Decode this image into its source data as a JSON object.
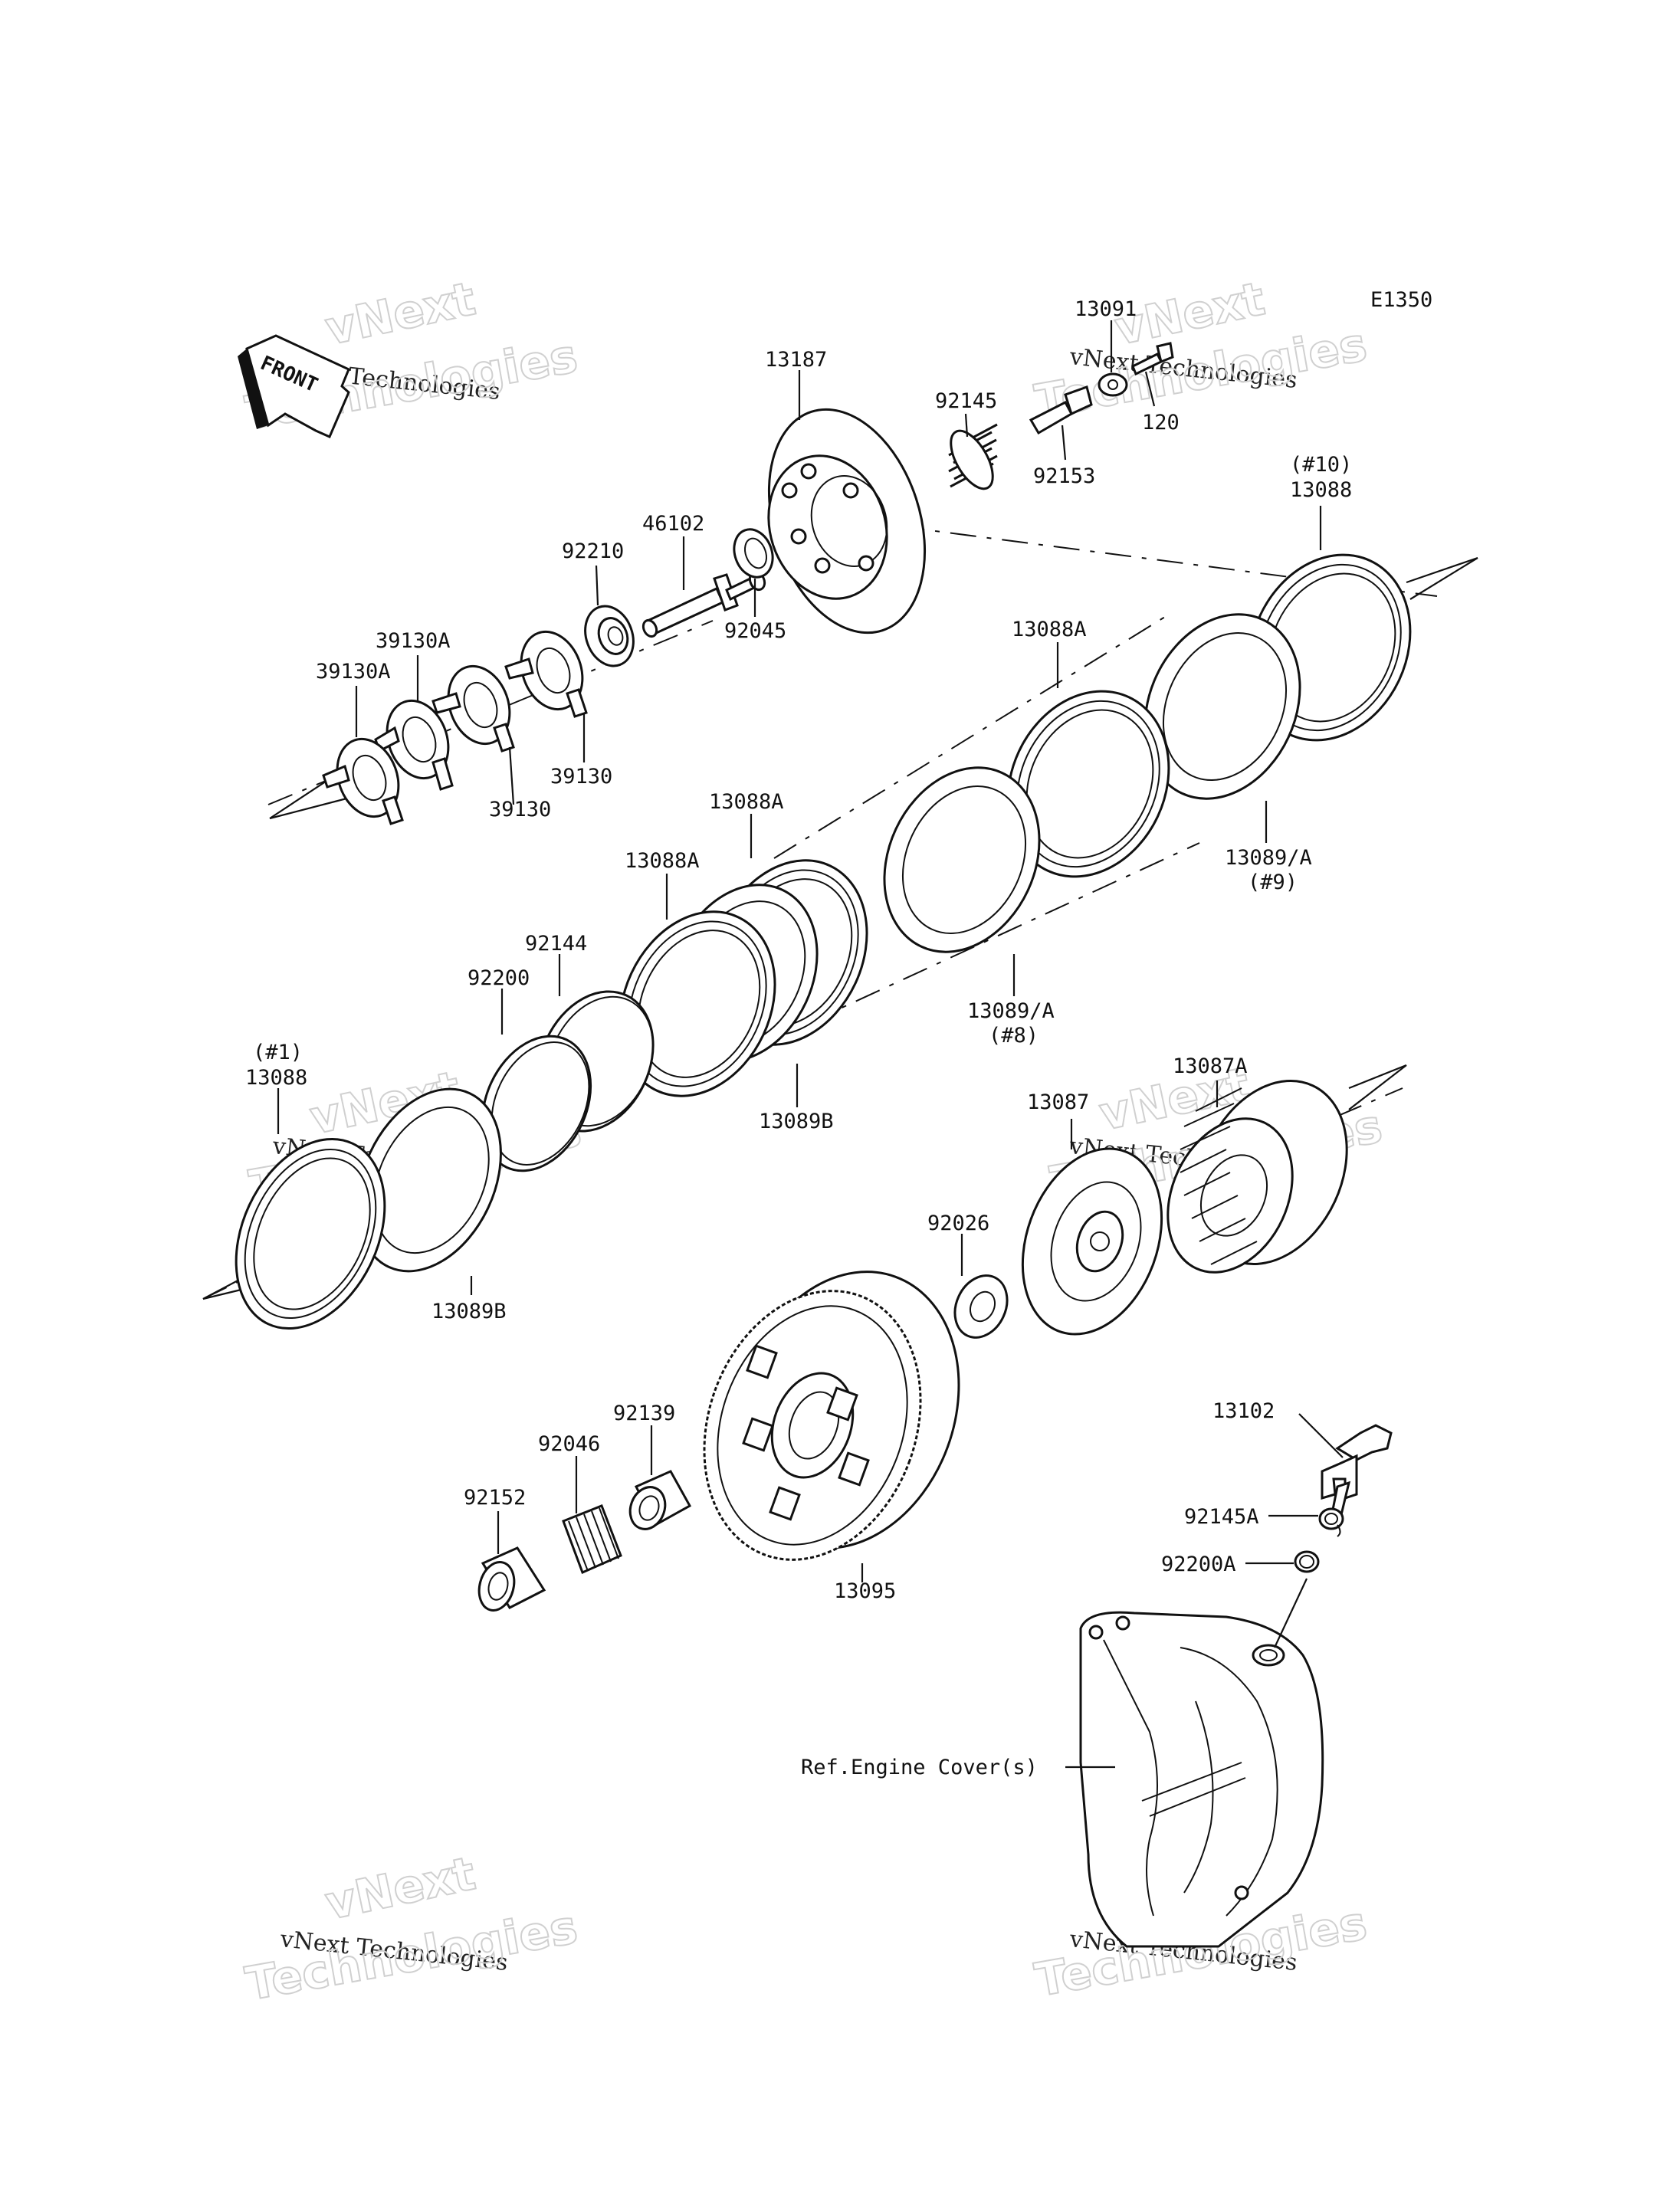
{
  "diagram_code": "E1350",
  "front_label": "FRONT",
  "watermark": {
    "line1": "vNext",
    "line2": "vNext Technologies",
    "line3": "Technologies"
  },
  "part_labels": {
    "p13187": "13187",
    "p13091": "13091",
    "p120": "120",
    "p92145": "92145",
    "p92153": "92153",
    "p46102": "46102",
    "p92210": "92210",
    "p92045": "92045",
    "p39130A_a": "39130A",
    "p39130A_b": "39130A",
    "p39130_a": "39130",
    "p39130_b": "39130",
    "p13088_10_num": "(#10)",
    "p13088_10": "13088",
    "p13088A_top": "13088A",
    "p13089A_9": "13089/A",
    "p13089A_9_num": "(#9)",
    "p13088A_mid": "13088A",
    "p13088A_left": "13088A",
    "p92144": "92144",
    "p92200": "92200",
    "p13089A_8": "13089/A",
    "p13089A_8_num": "(#8)",
    "p13089B_mid": "13089B",
    "p13088_1_num": "(#1)",
    "p13088_1": "13088",
    "p13089B_left": "13089B",
    "p13087A": "13087A",
    "p13087": "13087",
    "p92026": "92026",
    "p13102": "13102",
    "p92145A": "92145A",
    "p92200A": "92200A",
    "p92139": "92139",
    "p92046": "92046",
    "p92152": "92152",
    "p13095": "13095",
    "ref_engine_cover": "Ref.Engine Cover(s)"
  }
}
